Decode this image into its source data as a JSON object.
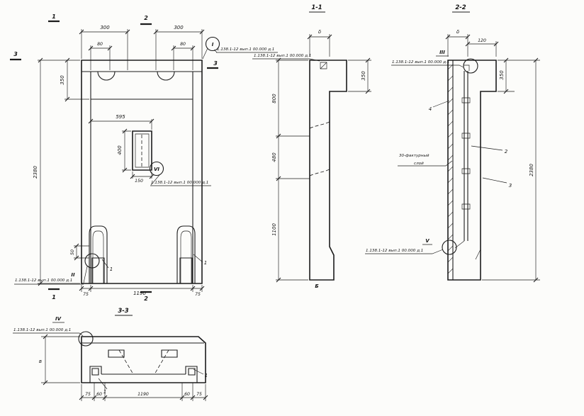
{
  "main_view": {
    "dims": {
      "w300_left": "300",
      "w300_right": "300",
      "w80_left": "80",
      "w80_right": "80",
      "h350": "350",
      "h2380": "2380",
      "w595": "595",
      "h400": "400",
      "w150": "150",
      "h50": "50",
      "b75_left": "75",
      "b1190": "1190",
      "b75_right": "75"
    },
    "cuts": {
      "c1": "1",
      "c2": "2",
      "c3": "3"
    },
    "details": {
      "i": "I",
      "ii": "II",
      "vi": "VI"
    },
    "refs": {
      "i": "1.138.1-12 вып.1 00.000 д.1",
      "ii": "1.138.1-12 вып.1 00.000 д.1",
      "vi": "1.138.1-12 вып.1 00.000 д.1"
    },
    "parts": {
      "p1": "1"
    }
  },
  "section_1_1": {
    "title": "1-1",
    "dims": {
      "delta": "δ",
      "h350": "350",
      "h800": "800",
      "h480": "480",
      "h1100": "1100"
    },
    "ref_top": "1.138.1-12 вып.1 00.000 д.1",
    "base_label": "Б"
  },
  "section_2_2": {
    "title": "2-2",
    "dims": {
      "delta": "δ",
      "w120": "120",
      "h350": "350",
      "h2380": "2380"
    },
    "details": {
      "iii": "III",
      "v": "V"
    },
    "refs": {
      "iii": "1.138.1-12 вып.1 00.000 д.1",
      "v": "1.138.1-12 вып.1 00.000 д.1"
    },
    "parts": {
      "p2": "2",
      "p3": "3",
      "p4": "4"
    },
    "note_line1": "30-фактурный",
    "note_line2": "слой"
  },
  "section_3_3": {
    "title": "3-3",
    "details": {
      "iv": "IV"
    },
    "refs": {
      "iv": "1.138.1-12 вып.1 00.000 д.1"
    },
    "dims": {
      "thickness": "в",
      "b75_left": "75",
      "b60_left": "60",
      "b1190": "1190",
      "b60_right": "60",
      "b75_right": "75"
    },
    "parts": {
      "p1": "1"
    }
  }
}
